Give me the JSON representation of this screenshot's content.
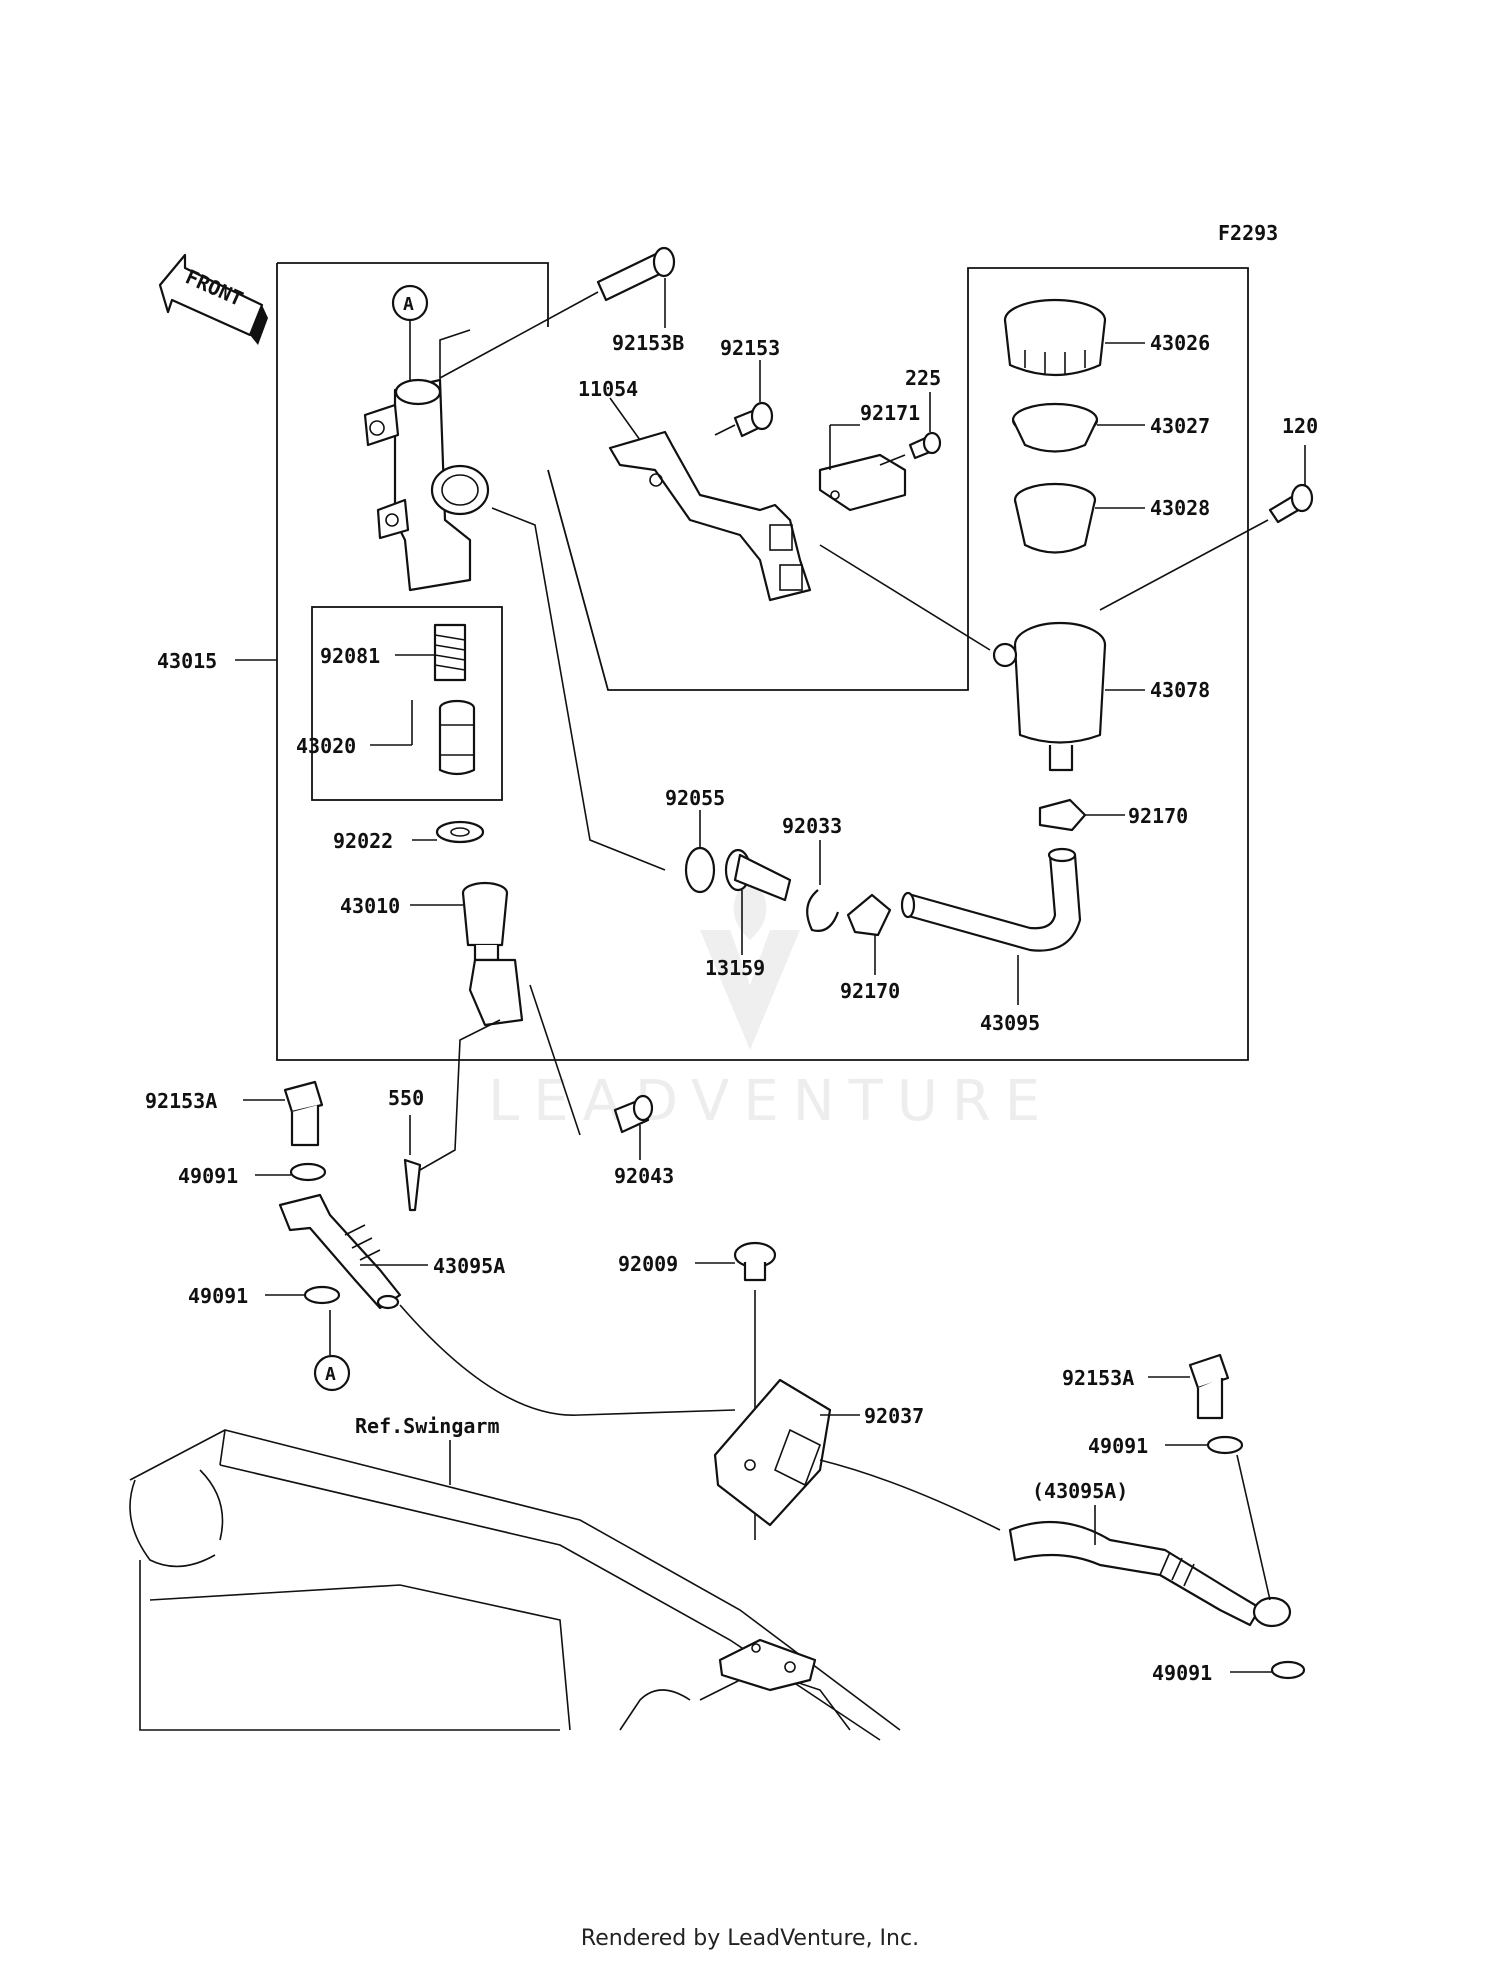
{
  "diagram_code": "F2293",
  "front_indicator": "FRONT",
  "callout_marker": "A",
  "reference_note": "Ref.Swingarm",
  "watermark": "LEADVENTURE",
  "footer": "Rendered by LeadVenture, Inc.",
  "part_labels": {
    "p92153B": "92153B",
    "p92153": "92153",
    "p11054": "11054",
    "p225": "225",
    "p92171": "92171",
    "p43026": "43026",
    "p43027": "43027",
    "p120": "120",
    "p43028": "43028",
    "p43015": "43015",
    "p92081": "92081",
    "p43078": "43078",
    "p43020": "43020",
    "p92055": "92055",
    "p92033": "92033",
    "p92170a": "92170",
    "p92022": "92022",
    "p43010": "43010",
    "p13159": "13159",
    "p92170b": "92170",
    "p43095": "43095",
    "p92153A_a": "92153A",
    "p550": "550",
    "p92043": "92043",
    "p49091_a": "49091",
    "p43095A": "43095A",
    "p92009": "92009",
    "p49091_b": "49091",
    "p92153A_b": "92153A",
    "p92037": "92037",
    "p49091_c": "49091",
    "p43095A_ref": "(43095A)",
    "p49091_d": "49091"
  }
}
